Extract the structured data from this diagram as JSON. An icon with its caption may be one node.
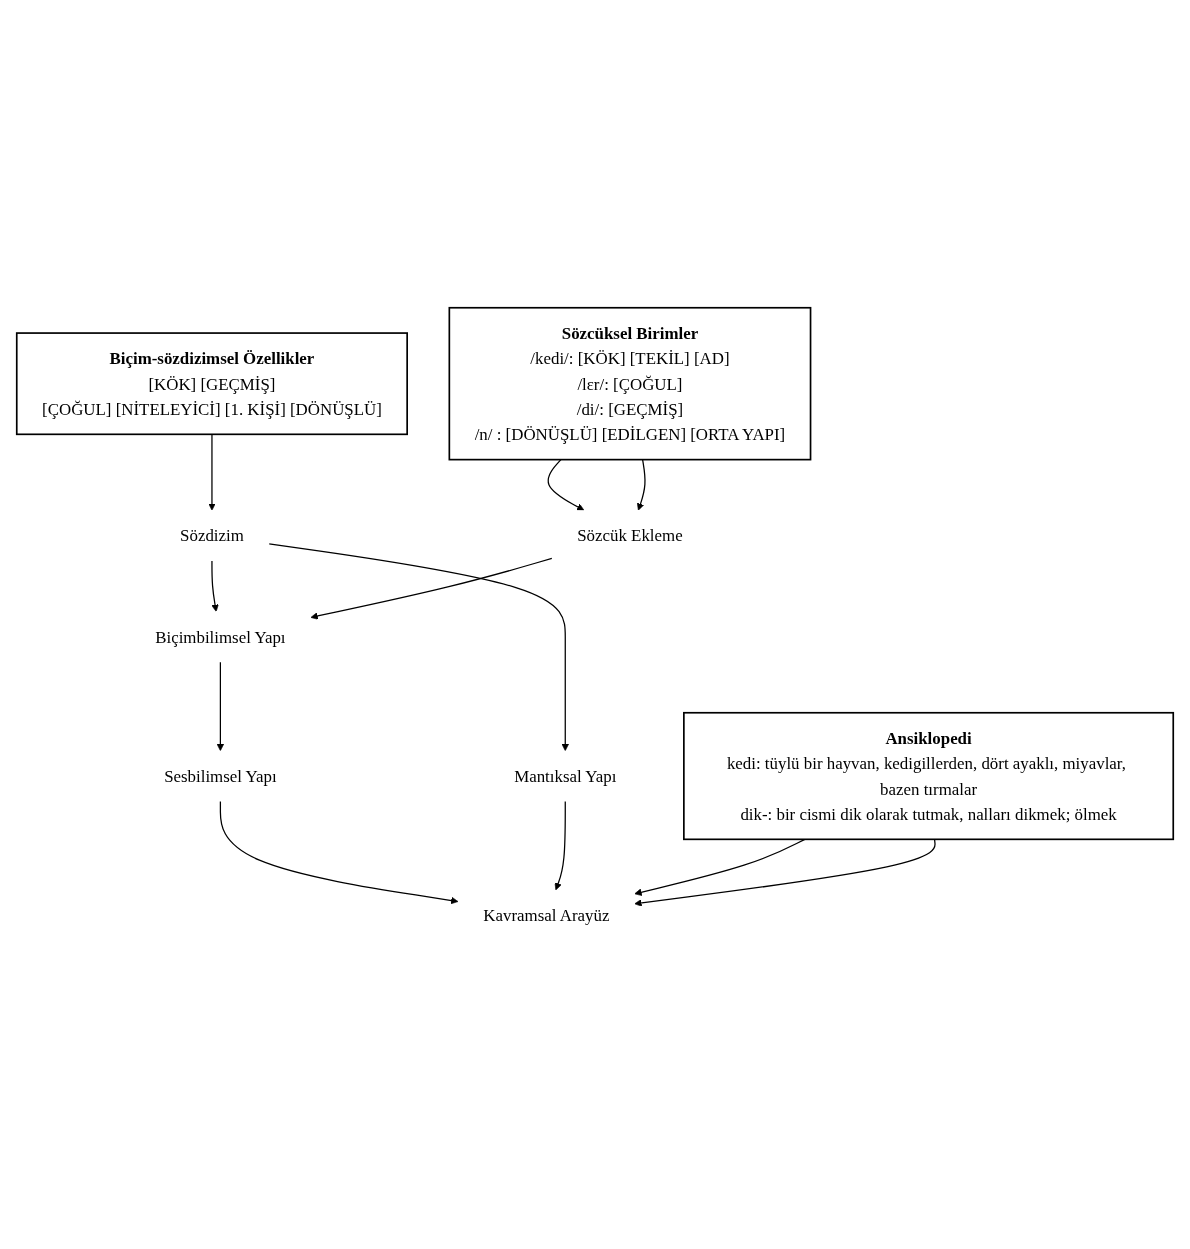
{
  "diagram": {
    "nodes": [
      {
        "text": [
          "Biçim-sözdizimsel Özellikler",
          "[KÖK] [GEÇMİŞ]",
          "[ÇOĞUL] [NİTELEYİCİ] [1. KİŞİ] [DÖNÜŞLÜ]"
        ]
      },
      {
        "text": [
          "Sözcüksel Birimler",
          "/kedi/: [KÖK] [TEKİL] [AD]",
          "/lɛr/: [ÇOĞUL]",
          "/di/: [GEÇMİŞ]",
          "/n/ : [DÖNÜŞLÜ] [EDİLGEN] [ORTA YAPI]"
        ]
      },
      {
        "text": [
          "Sözdizim"
        ]
      },
      {
        "text": [
          "Biçimbilimsel Yapı"
        ]
      },
      {
        "text": [
          "Mantıksal Yapı"
        ]
      },
      {
        "text": [
          "Sözcük Ekleme"
        ]
      },
      {
        "text": [
          "Sesbilimsel Yapı"
        ]
      },
      {
        "text": [
          "Kavramsal Arayüz"
        ]
      },
      {
        "text": [
          "Ansiklopedi",
          "kedi: tüylü bir hayvan, kedigillerden, dört ayaklı, miyavlar, bazen tırmalar",
          "dik-: bir cismi dik olarak tutmak, nalları dikmek; ölmek"
        ]
      }
    ],
    "edges": [
      {
        "from": 0,
        "to": 2,
        "arrow": "to"
      },
      {
        "from": 2,
        "to": 3,
        "arrow": "to"
      },
      {
        "from": 2,
        "to": 4,
        "arrow": "to"
      },
      {
        "from": 1,
        "to": 5,
        "arrow": "to"
      },
      {
        "from": 1,
        "to": 5,
        "arrow": "to"
      },
      {
        "from": 5,
        "to": 3,
        "arrow": "to"
      },
      {
        "from": 3,
        "to": 6,
        "arrow": "to"
      },
      {
        "from": 6,
        "to": 7,
        "arrow": "to"
      },
      {
        "from": 4,
        "to": 7,
        "arrow": "to"
      },
      {
        "from": 8,
        "to": 7,
        "arrow": "to"
      },
      {
        "from": 8,
        "to": 7,
        "arrow": "to"
      }
    ]
  }
}
